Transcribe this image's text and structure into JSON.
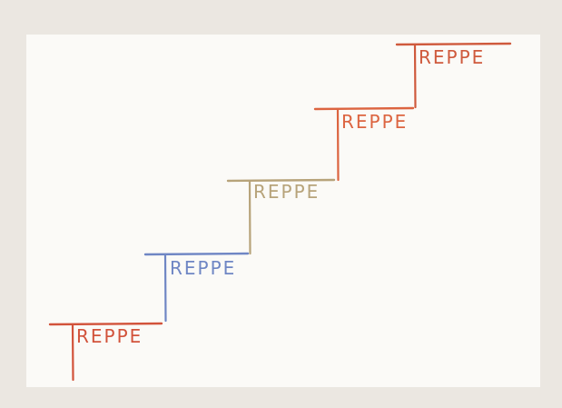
{
  "drawing": {
    "steps": [
      {
        "word": "REPPE",
        "color": "#d2533b"
      },
      {
        "word": "REPPE",
        "color": "#6f86c4"
      },
      {
        "word": "REPPE",
        "color": "#b7a37a"
      },
      {
        "word": "REPPE",
        "color": "#dc6440"
      },
      {
        "word": "REPPE",
        "color": "#cf5a3d"
      }
    ]
  }
}
